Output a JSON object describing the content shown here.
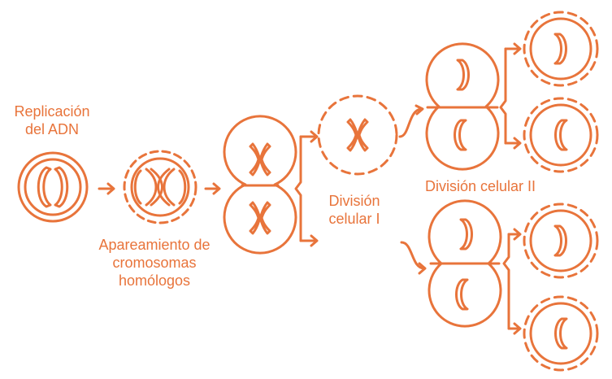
{
  "colors": {
    "accent": "#e8743b",
    "background": "#ffffff"
  },
  "labels": {
    "replication": [
      "Replicación",
      "del ADN"
    ],
    "pairing": [
      "Apareamiento de",
      "cromosomas",
      "homólogos"
    ],
    "division1": [
      "División",
      "celular I"
    ],
    "division2": "División celular II"
  }
}
